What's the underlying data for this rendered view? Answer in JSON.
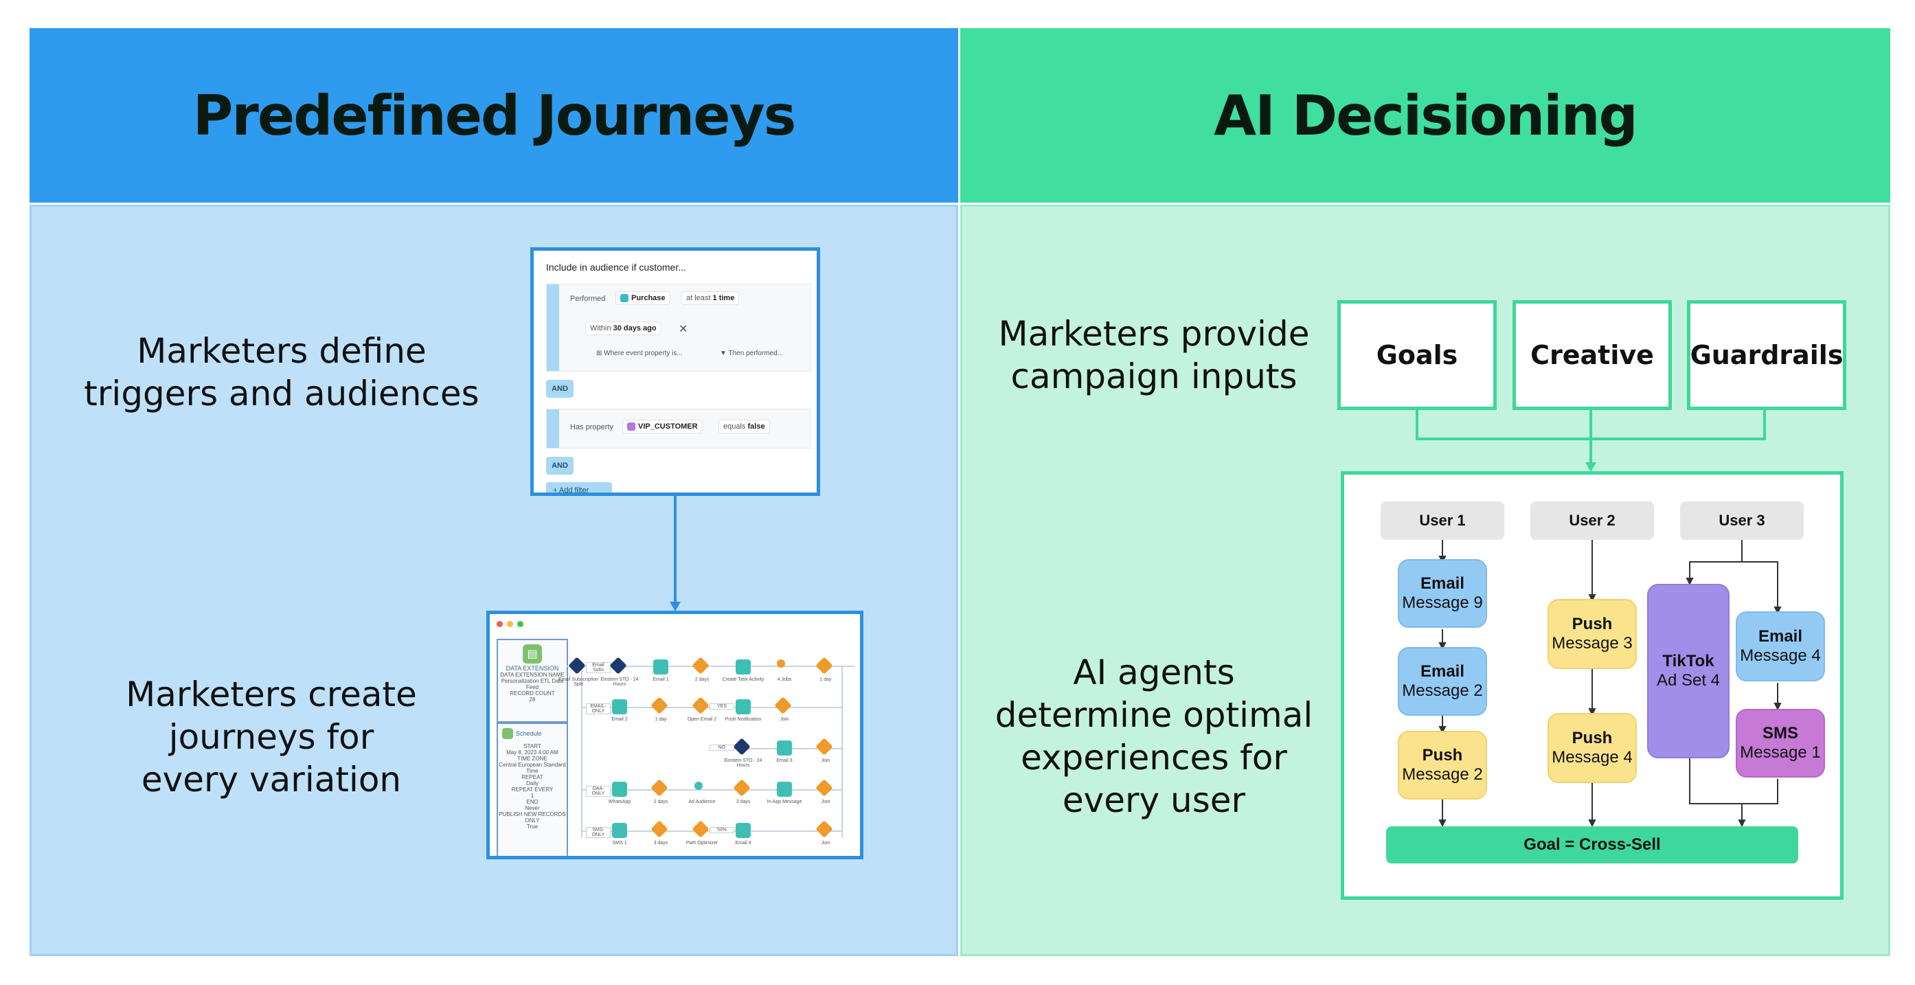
{
  "headers": {
    "left": "Predefined Journeys",
    "right": "AI Decisioning"
  },
  "left": {
    "caption_top": [
      "Marketers define",
      "triggers and audiences"
    ],
    "caption_bottom": [
      "Marketers create",
      "journeys for",
      "every variation"
    ],
    "audience_builder": {
      "title": "Include in audience if customer...",
      "cond1": {
        "performed": "Performed",
        "event": "Purchase",
        "at_least": "at least",
        "times": "1 time",
        "within": "Within",
        "within_value": "30 days ago",
        "where": "Where event property is...",
        "then": "Then performed..."
      },
      "and1": "AND",
      "cond2": {
        "has_property": "Has property",
        "property": "VIP_CUSTOMER",
        "equals": "equals",
        "value": "false"
      },
      "and2": "AND",
      "add_filter": "+ Add filter"
    },
    "journey_builder": {
      "sidebar1": {
        "title": "DATA EXTENSION",
        "lines": [
          "DATA EXTENSION NAME",
          "Personalization ETL Data Feed",
          "RECORD COUNT",
          "28"
        ]
      },
      "sidebar2": {
        "title": "Schedule",
        "lines": [
          "START",
          "May 8, 2023 4:00 AM",
          "TIME ZONE",
          "Central European Standard Time",
          "REPEAT",
          "Daily",
          "REPEAT EVERY",
          "1",
          "END",
          "Never",
          "PUBLISH NEW RECORDS ONLY",
          "True"
        ]
      },
      "row1_labels": [
        "Email Subscription Split",
        "Einstein STO - 24 Hours",
        "Email 1",
        "2 days",
        "Create Task Activity",
        "4 Jobs",
        "1 day"
      ],
      "row1_tag": "Email Subs",
      "row2_labels": [
        "Email 2",
        "1 day",
        "Open Email 2",
        "Push Notification",
        "Join"
      ],
      "row2_tags": [
        "EMAIL-ONLY",
        "YES"
      ],
      "row3_labels": [
        "Einstein STO - 24 Hours",
        "Email 3",
        "Join"
      ],
      "row3_tag": "NO",
      "row4_labels": [
        "WhatsApp",
        "2 days",
        "Ad Audience",
        "3 days",
        "In-App Message",
        "Join"
      ],
      "row4_tag": "OAA-ONLY",
      "row5_labels": [
        "SMS 1",
        "3 days",
        "Path Optimizer",
        "Email 4",
        "Join"
      ],
      "row5_tags": [
        "SMS-ONLY",
        "50%"
      ]
    }
  },
  "right": {
    "caption_top": [
      "Marketers provide",
      "campaign inputs"
    ],
    "caption_bottom": [
      "AI agents",
      "determine optimal",
      "experiences for",
      "every user"
    ],
    "inputs": [
      "Goals",
      "Creative",
      "Guardrails"
    ],
    "users": [
      "User 1",
      "User 2",
      "User 3"
    ],
    "user1_msgs": [
      {
        "channel": "Email",
        "msg": "Message 9"
      },
      {
        "channel": "Email",
        "msg": "Message 2"
      },
      {
        "channel": "Push",
        "msg": "Message 2"
      }
    ],
    "user2_msgs": [
      {
        "channel": "Push",
        "msg": "Message 3"
      },
      {
        "channel": "Push",
        "msg": "Message 4"
      }
    ],
    "user3_tiktok": {
      "channel": "TikTok",
      "msg": "Ad Set 4"
    },
    "user3_msgs": [
      {
        "channel": "Email",
        "msg": "Message 4"
      },
      {
        "channel": "SMS",
        "msg": "Message 1"
      }
    ],
    "goal": "Goal = Cross-Sell"
  },
  "colors": {
    "left_header": "#2e9bef",
    "right_header": "#40de9f",
    "left_panel": "#bee1f9",
    "right_panel": "#c3f3df",
    "email": "#93caf4",
    "push": "#fbe38d",
    "tiktok": "#a18ee8",
    "sms": "#c67ad6",
    "goal": "#3ed79c"
  }
}
